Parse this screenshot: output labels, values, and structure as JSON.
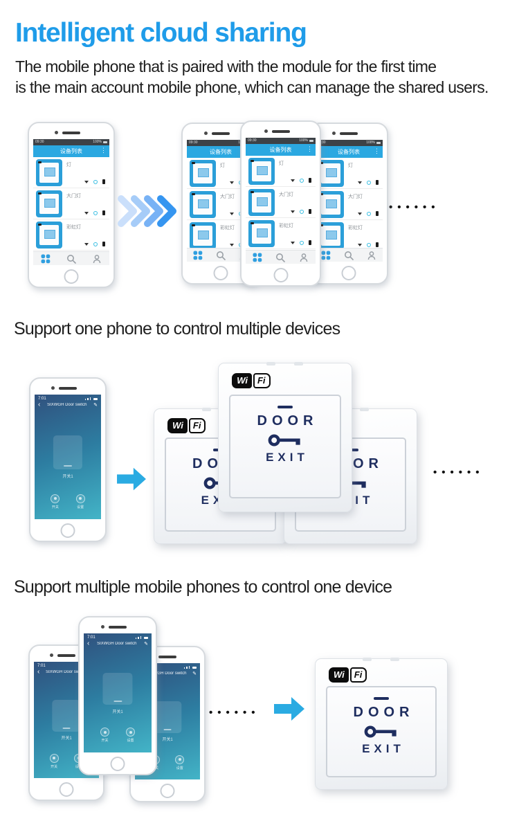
{
  "colors": {
    "title_blue": "#1f9ce9",
    "body_text": "#1c1c1c",
    "arrow_blue": "#2aabe2",
    "chevron_blues": [
      "#cadffb",
      "#a6ccf8",
      "#78b2f5",
      "#3595f0"
    ],
    "app_header_blue": "#2ba8e1",
    "plate_text_navy": "#1e2d5f",
    "door_app_gradient_top": "#30517e",
    "door_app_gradient_bottom": "#43b4c7"
  },
  "header": {
    "title": "Intelligent cloud sharing",
    "subtitle_line1": "The mobile phone that is paired with the module for the first time",
    "subtitle_line2": "is the main account mobile phone, which can manage the shared users."
  },
  "section_one": {
    "heading": "Support one phone to control multiple devices"
  },
  "section_two": {
    "heading": "Support multiple mobile phones to control one device"
  },
  "device_list_app": {
    "status_time": "09:30",
    "status_battery": "100%",
    "title": "设备列表",
    "menu_icon": "⋮",
    "rows": [
      {
        "name": "灯"
      },
      {
        "name": "大门灯"
      },
      {
        "name": "彩虹灯"
      }
    ]
  },
  "door_app": {
    "status_time": "7:01",
    "back_icon": "‹",
    "title": "SIXWGH Door switch",
    "edit_icon": "✎",
    "device_label": "开关1",
    "actions": [
      {
        "label": "开关"
      },
      {
        "label": "设置"
      }
    ]
  },
  "exit_button": {
    "wifi_badge": [
      "Wi",
      "Fi"
    ],
    "line_top": "DOOR",
    "line_bottom": "EXIT"
  },
  "ellipsis": "••••••"
}
